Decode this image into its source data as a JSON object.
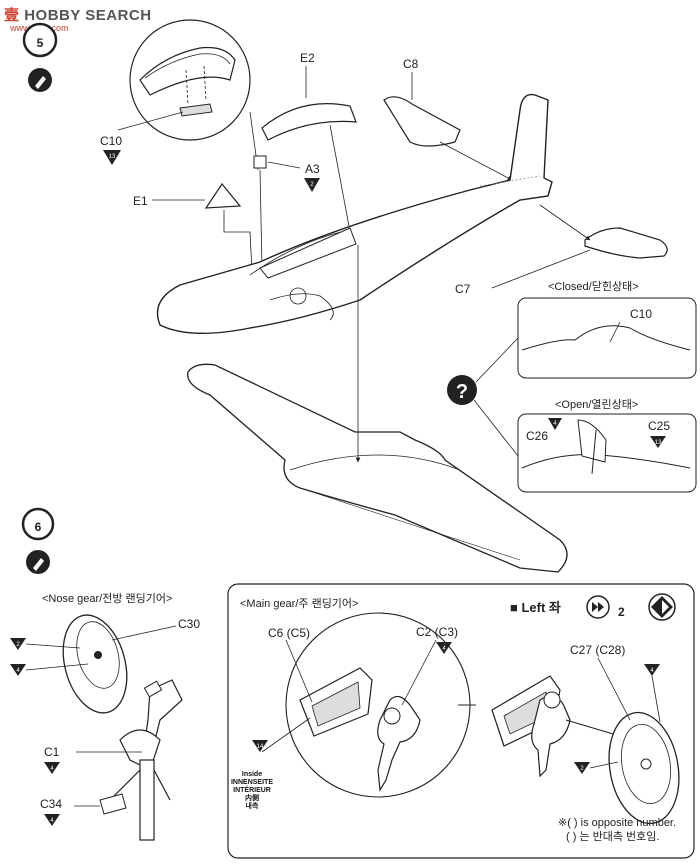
{
  "watermark": {
    "brand_cn": "壹",
    "brand": "HOBBY SEARCH",
    "url": "www.rshu.com"
  },
  "steps": {
    "step5": {
      "number": "5"
    },
    "step6": {
      "number": "6"
    }
  },
  "parts": {
    "c10": {
      "label": "C10",
      "tri": "13"
    },
    "e2": {
      "label": "E2"
    },
    "c8": {
      "label": "C8"
    },
    "a3": {
      "label": "A3",
      "tri": "2"
    },
    "e1": {
      "label": "E1"
    },
    "c7": {
      "label": "C7"
    },
    "c10_closed": {
      "label": "C10"
    },
    "c26": {
      "label": "C26",
      "tri": "4"
    },
    "c25": {
      "label": "C25",
      "tri": "13"
    },
    "c30": {
      "label": "C30",
      "tri_a": "2",
      "tri_b": "4"
    },
    "c1": {
      "label": "C1",
      "tri": "4"
    },
    "c34": {
      "label": "C34",
      "tri": "4"
    },
    "c6": {
      "label": "C6 (C5)"
    },
    "c2": {
      "label": "C2 (C3)",
      "tri": "4"
    },
    "c27": {
      "label": "C27 (C28)",
      "tri_a": "4",
      "tri_b": "2"
    },
    "main_tri_left": {
      "tri": "14"
    }
  },
  "canopy": {
    "closed_label": "<Closed/닫힌상태>",
    "open_label": "<Open/열린상태>",
    "help_glyph": "?"
  },
  "nose_gear": {
    "label": "<Nose gear/전방 랜딩기어>"
  },
  "main_gear": {
    "label": "<Main gear/주 랜딩기어>",
    "left_label": "■ Left 좌",
    "count": "2",
    "inside_lines": [
      "Inside",
      "INNENSEITE",
      "INTÉRIEUR",
      "内側",
      "내측"
    ],
    "note_en": "※(  ) is opposite number.",
    "note_ko": "(  ) 는 반대측 번호임."
  },
  "colors": {
    "ink": "#222222",
    "tone": "#888888",
    "light": "#dddddd"
  }
}
